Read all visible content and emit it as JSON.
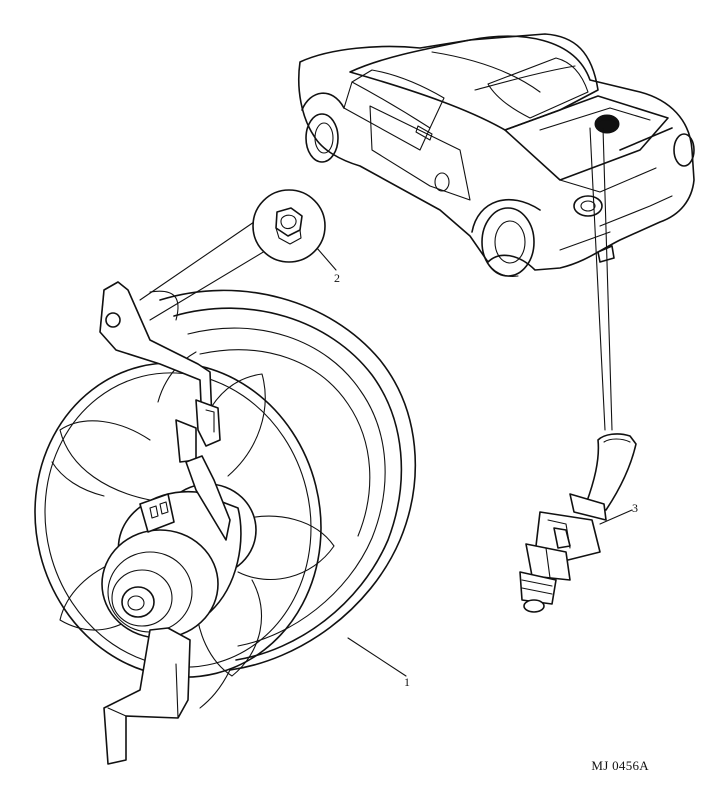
{
  "callouts": [
    {
      "id": "1",
      "text": "1"
    },
    {
      "id": "2",
      "text": "2"
    },
    {
      "id": "3",
      "text": "3"
    }
  ],
  "figure_code": "MJ 0456A",
  "colors": {
    "ink": "#111111",
    "paper": "#ffffff"
  }
}
